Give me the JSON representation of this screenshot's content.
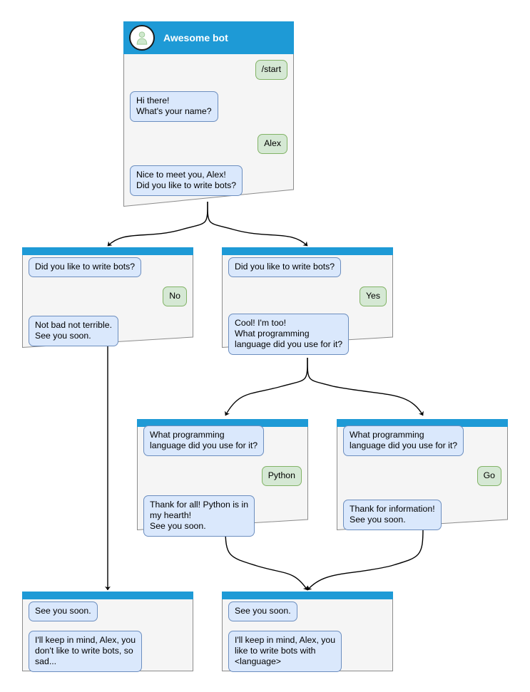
{
  "diagram": {
    "title_node": {
      "bot_name": "Awesome bot",
      "avatar_icon": "person-avatar-icon"
    },
    "colors": {
      "header_blue": "#1e9ad6",
      "bot_bubble_fill": "#dae8fc",
      "bot_bubble_border": "#6c8ebf",
      "user_bubble_fill": "#d5e8d4",
      "user_bubble_border": "#82b366",
      "card_fill": "#f5f5f5",
      "card_border": "#8c8c8c",
      "edge_stroke": "#000000"
    },
    "nodes": [
      {
        "id": "start",
        "has_title_bar": true,
        "title": "Awesome bot",
        "messages": [
          {
            "from": "user",
            "text": "/start"
          },
          {
            "from": "bot",
            "text": "Hi there!\nWhat's your name?"
          },
          {
            "from": "user",
            "text": "Alex"
          },
          {
            "from": "bot",
            "text": "Nice to meet you, Alex!\nDid you like to write bots?"
          }
        ]
      },
      {
        "id": "answer-no",
        "has_title_bar": false,
        "messages": [
          {
            "from": "bot",
            "text": "Did you like to write bots?"
          },
          {
            "from": "user",
            "text": "No"
          },
          {
            "from": "bot",
            "text": "Not bad not terrible.\nSee you soon."
          }
        ]
      },
      {
        "id": "answer-yes",
        "has_title_bar": false,
        "messages": [
          {
            "from": "bot",
            "text": "Did you like to write bots?"
          },
          {
            "from": "user",
            "text": "Yes"
          },
          {
            "from": "bot",
            "text": "Cool! I'm too!\nWhat programming\nlanguage did you use for it?"
          }
        ]
      },
      {
        "id": "lang-python",
        "has_title_bar": false,
        "messages": [
          {
            "from": "bot",
            "text": "What programming\nlanguage did you use for it?"
          },
          {
            "from": "user",
            "text": "Python"
          },
          {
            "from": "bot",
            "text": "Thank for all! Python is in\nmy hearth!\nSee you soon."
          }
        ]
      },
      {
        "id": "lang-go",
        "has_title_bar": false,
        "messages": [
          {
            "from": "bot",
            "text": "What programming\nlanguage did you use for it?"
          },
          {
            "from": "user",
            "text": "Go"
          },
          {
            "from": "bot",
            "text": "Thank for information!\nSee you soon."
          }
        ]
      },
      {
        "id": "end-sad",
        "has_title_bar": false,
        "messages": [
          {
            "from": "bot",
            "text": "See you soon."
          },
          {
            "from": "bot",
            "text": "I'll keep in mind, Alex, you\ndon't like to write bots, so\nsad..."
          }
        ]
      },
      {
        "id": "end-happy",
        "has_title_bar": false,
        "messages": [
          {
            "from": "bot",
            "text": "See you soon."
          },
          {
            "from": "bot",
            "text": "I'll keep in mind, Alex, you\nlike to write bots with\n<language>"
          }
        ]
      }
    ]
  }
}
